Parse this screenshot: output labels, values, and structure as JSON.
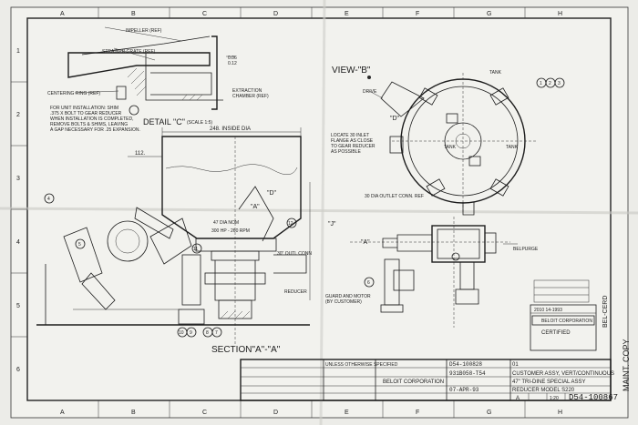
{
  "border": {
    "top_letters": [
      "A",
      "B",
      "C",
      "D",
      "E",
      "F",
      "G",
      "H"
    ],
    "bottom_letters": [
      "A",
      "B",
      "C",
      "D",
      "E",
      "F",
      "G",
      "H"
    ],
    "left_numbers": [
      "1",
      "2",
      "3",
      "4",
      "5",
      "6"
    ]
  },
  "detail_c": {
    "title": "DETAIL \"C\"",
    "scale": "(SCALE 1:5)",
    "impeller": "IMPELLER (REF)",
    "strainer": "STRAINER GRATE (REF)",
    "gap_dim": "0.06",
    "gap_dim2": "0.12",
    "centering": "CENTERING RING (REF)",
    "extraction": "EXTRACTION",
    "chamber": "CHAMBER (REF)",
    "note": [
      "FOR UNIT INSTALLATION: SHIM",
      ".375 X BOLT TO GEAR REDUCER",
      "WHEN INSTALLATION IS COMPLETED,",
      "REMOVE BOLTS & SHIMS, LEAVING",
      "A GAP NECESSARY FOR .25 EXPANSION."
    ]
  },
  "view_b": {
    "title": "VIEW-\"B\"",
    "drive": "DRIVE",
    "tank": "TANK",
    "tank_left": "TANK",
    "tank_right": "TANK",
    "locate": [
      "LOCATE 30 INLET",
      "FLANGE AS CLOSE",
      "TO GEAR REDUCER",
      "AS POSSIBLE"
    ],
    "outlet": "30 DIA OUTLET CONN. REF"
  },
  "section_a": {
    "title": "SECTION\"A\"-\"A\"",
    "inside_dia": "248. INSIDE DIA",
    "dim_112": "112.",
    "dia_nom": "47 DIA NOM",
    "hp_rpm": "300 HP - 260 RPM",
    "outl_conn": "30\" OUTL CONN",
    "reducer": "REDUCER",
    "label_d": "\"D\""
  },
  "right_view": {
    "label_j": "\"J\"",
    "label_a": "\"A\"",
    "belparge": "BELPURGE",
    "guard": [
      "GUARD AND MOTOR",
      "(BY CUSTOMER)"
    ]
  },
  "callouts": [
    "1",
    "2",
    "3",
    "4",
    "5",
    "6",
    "7",
    "8",
    "9",
    "10",
    "11",
    "12"
  ],
  "stamps": {
    "top_line": "BEL-CERD",
    "date": "2010 14-1993",
    "certified": "CERTIFIED",
    "maint": "MAINT. COPY"
  },
  "title_block": {
    "company": "BELOIT CORPORATION",
    "drawing_no_top": "D54-100828",
    "sub_no": "931B058-T54",
    "date": "07-APR-93",
    "customer_line": "CUSTOMER ASSY, VERT/CONTINUOUS",
    "product_line": "47\" TRI-DINE SPECIAL ASSY",
    "model_line": "REDUCER MODEL S220",
    "size_a": "A",
    "drawing_no": "D54-100867",
    "scale_note": "1:20",
    "tolerance_header": "UNLESS OTHERWISE SPECIFIED",
    "rev": "01"
  }
}
